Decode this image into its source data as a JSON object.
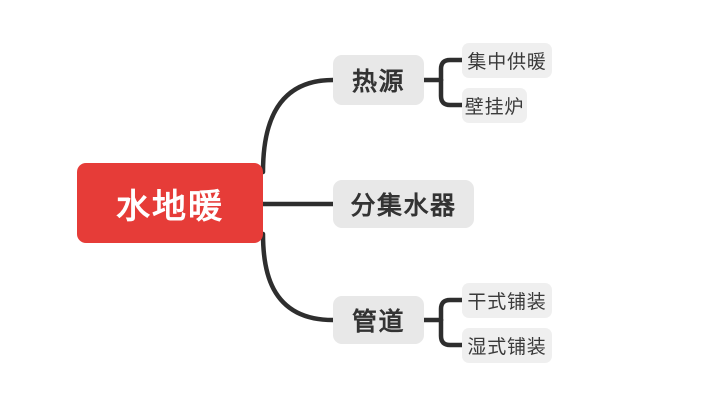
{
  "diagram": {
    "type": "mindmap",
    "title": "水地暖",
    "orientation": "left-to-right",
    "colors": {
      "root_background": "#e63c38",
      "root_text": "#ffffff",
      "level2_background": "#e8e8e8",
      "level3_background": "#efefef",
      "node_text": "#333333",
      "edge": "#2e2e2e",
      "canvas_background": "#ffffff"
    },
    "root": {
      "label": "水地暖"
    },
    "branches": [
      {
        "label": "热源",
        "children": [
          {
            "label": "集中供暖"
          },
          {
            "label": "壁挂炉"
          }
        ]
      },
      {
        "label": "分集水器",
        "children": []
      },
      {
        "label": "管道",
        "children": [
          {
            "label": "干式铺装"
          },
          {
            "label": "湿式铺装"
          }
        ]
      }
    ]
  }
}
